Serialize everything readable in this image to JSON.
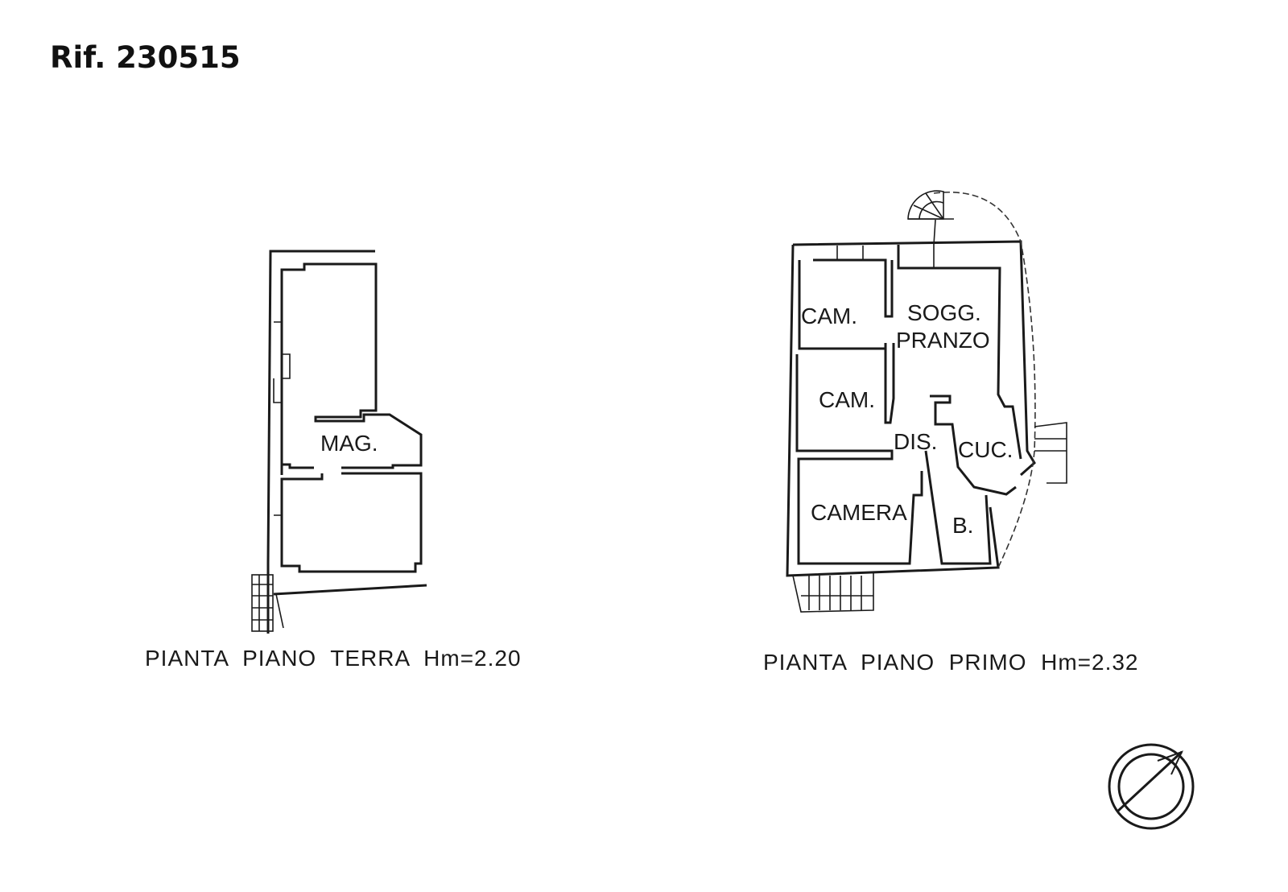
{
  "reference": "Rif. 230515",
  "ground_floor": {
    "caption": "PIANTA  PIANO  TERRA  Hm=2.20",
    "rooms": [
      "MAG."
    ]
  },
  "first_floor": {
    "caption": "PIANTA  PIANO  PRIMO  Hm=2.32",
    "rooms": [
      "CAM.",
      "SOGG.",
      "PRANZO",
      "CAM.",
      "DIS.",
      "CUC.",
      "CAMERA",
      "B."
    ]
  },
  "north_arrow": "compass-north-icon"
}
